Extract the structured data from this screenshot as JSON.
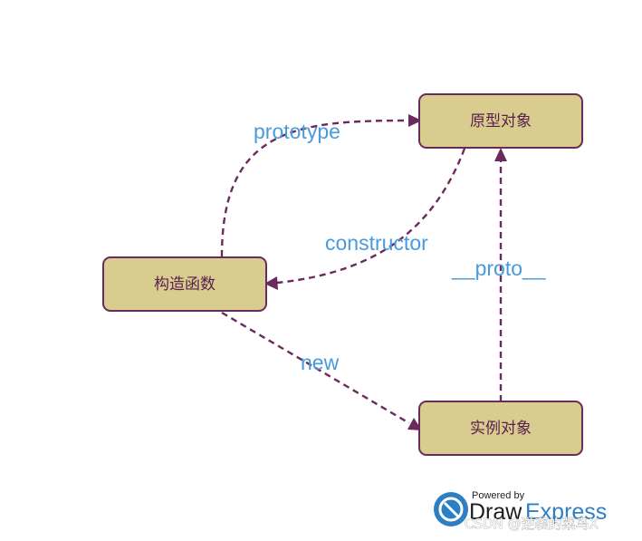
{
  "nodes": {
    "prototype_object": "原型对象",
    "constructor_function": "构造函数",
    "instance_object": "实例对象"
  },
  "edges": {
    "prototype": "prototype",
    "constructor": "constructor",
    "proto": "__proto__",
    "new": "new"
  },
  "colors": {
    "node_fill": "#d8cc8f",
    "node_stroke": "#6b2a5e",
    "edge": "#6b2a5e",
    "edge_label": "#4a9bdc",
    "brand_accent": "#2d7fc3"
  },
  "watermark": {
    "powered_by": "Powered by",
    "brand_draw": "Draw",
    "brand_express": "Express",
    "csdn": "CSDN @逆袭的菜鸟X"
  }
}
